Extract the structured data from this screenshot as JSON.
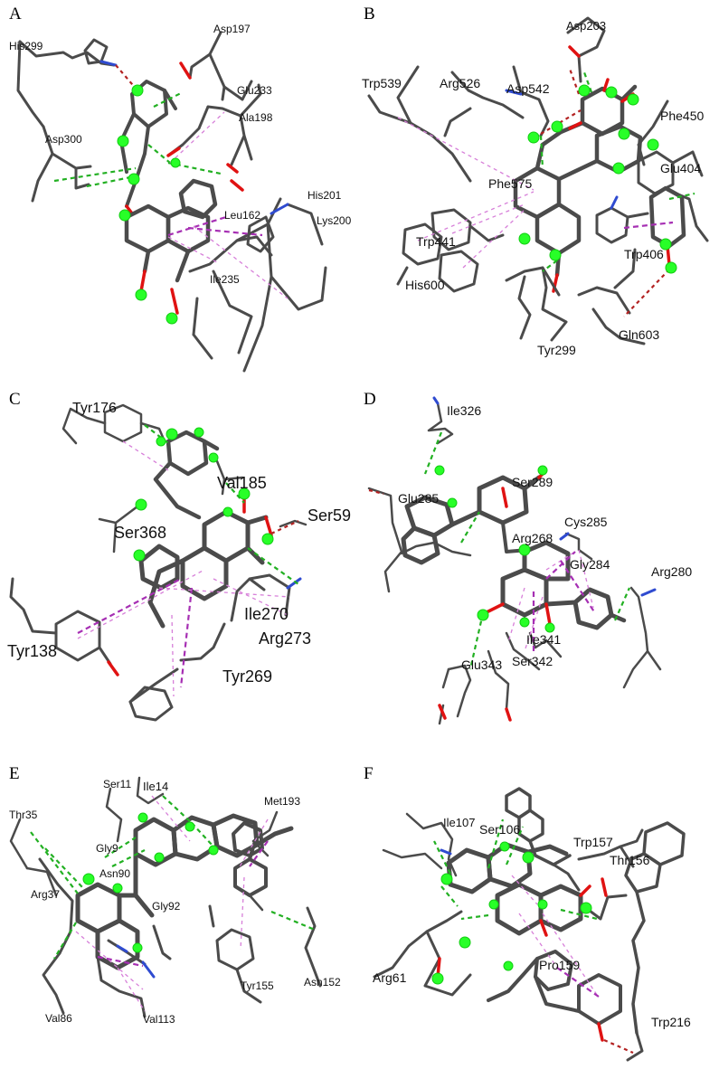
{
  "panels": [
    {
      "label": "A",
      "residues": [
        "His299",
        "Asp197",
        "Glu233",
        "Ala198",
        "Asp300",
        "His201",
        "Lys200",
        "Leu162",
        "Ile235"
      ]
    },
    {
      "label": "B",
      "residues": [
        "Asp203",
        "Trp539",
        "Arg526",
        "Asp542",
        "Phe450",
        "Phe575",
        "Glu404",
        "Trp406",
        "Trp441",
        "His600",
        "Tyr299",
        "Gln603"
      ]
    },
    {
      "label": "C",
      "residues": [
        "Tyr176",
        "Val185",
        "Ser59",
        "Ser368",
        "Ile270",
        "Arg273",
        "Tyr138",
        "Tyr269"
      ]
    },
    {
      "label": "D",
      "residues": [
        "Ile326",
        "Ser289",
        "Glu285",
        "Cys285",
        "Arg268",
        "Gly284",
        "Arg280",
        "Ile341",
        "Glu343",
        "Ser342"
      ]
    },
    {
      "label": "E",
      "residues": [
        "Ser11",
        "Ile14",
        "Met193",
        "Thr35",
        "Gly9",
        "Asn90",
        "Arg37",
        "Gly92",
        "Asn152",
        "Tyr155",
        "Val86",
        "Val113"
      ]
    },
    {
      "label": "F",
      "residues": [
        "Ile107",
        "Ser106",
        "Trp157",
        "Thr156",
        "Arg61",
        "Pro159",
        "Trp216"
      ]
    }
  ],
  "colors": {
    "carbon": "#4b4b4b",
    "oxygen": "#e01212",
    "nitrogen": "#2f4bd0",
    "hydrogen_bond": "#22b022",
    "pi_interaction": "#d77fd9",
    "pi_sigma": "#a62fb3",
    "unfavorable": "#b32222",
    "highlight": "#28ff28"
  }
}
